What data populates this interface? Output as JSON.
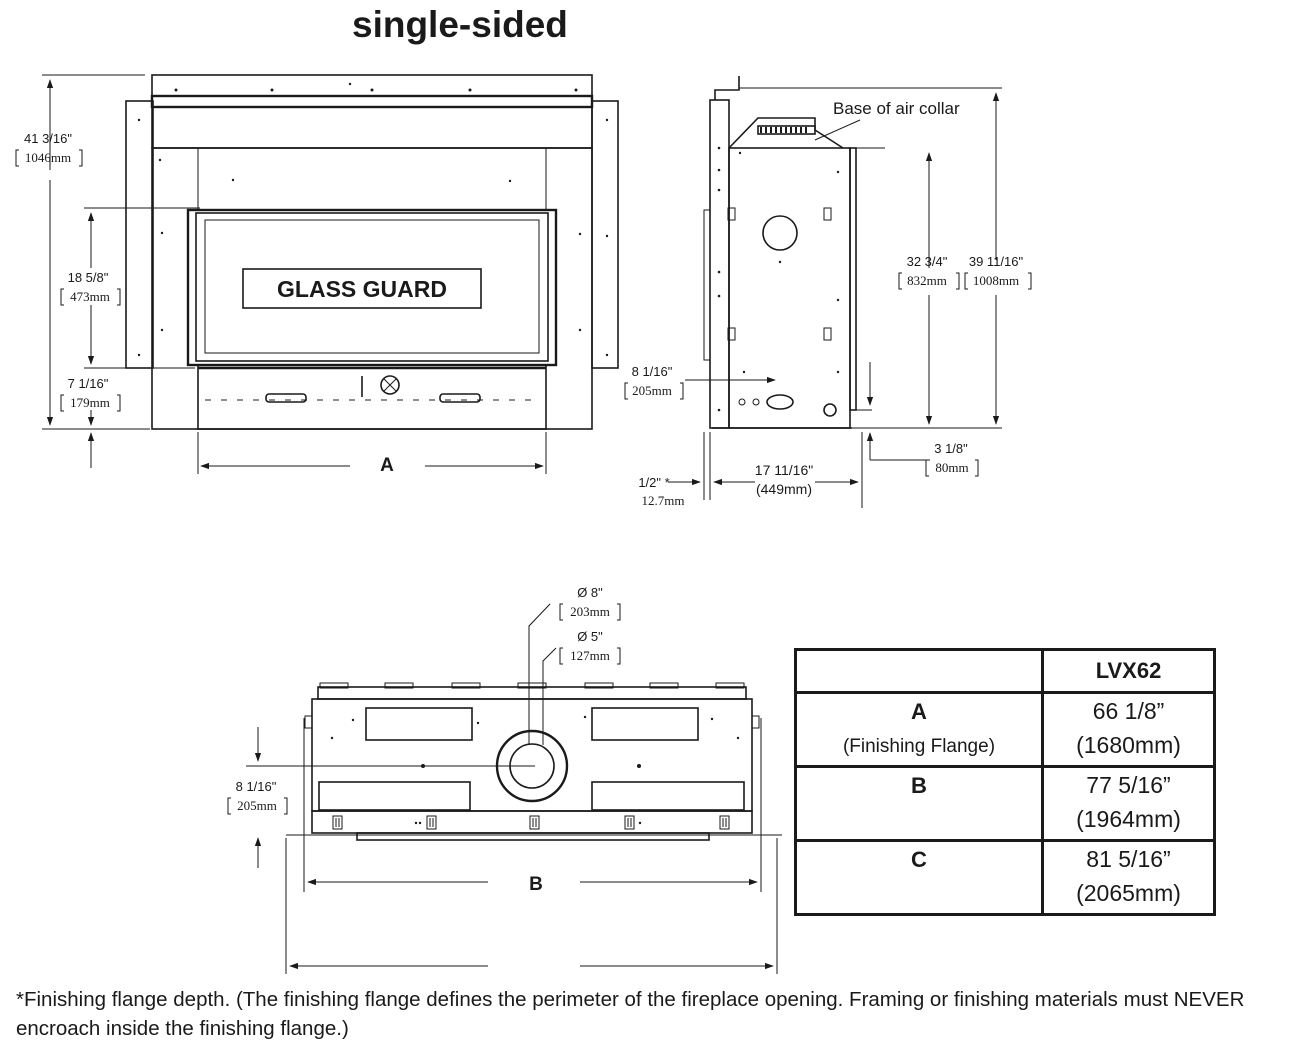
{
  "title": "single-sided",
  "front_view": {
    "overall_height": {
      "imperial": "41 3/16\"",
      "metric": "1046mm"
    },
    "glass_height": {
      "imperial": "18 5/8\"",
      "metric": "473mm"
    },
    "bottom_height": {
      "imperial": "7 1/16\"",
      "metric": "179mm"
    },
    "glass_guard_label": "GLASS GUARD",
    "width_label": "A"
  },
  "side_view": {
    "air_collar_label": "Base of air collar",
    "opening_height": {
      "imperial": "32 3/4\"",
      "metric": "832mm"
    },
    "total_height": {
      "imperial": "39 11/16\"",
      "metric": "1008mm"
    },
    "inlet_height": {
      "imperial": "8 1/16\"",
      "metric": "205mm"
    },
    "base_height": {
      "imperial": "3 1/8\"",
      "metric": "80mm"
    },
    "flange_depth": {
      "imperial": "1/2\" *",
      "metric": "12.7mm"
    },
    "depth": {
      "imperial": "17 11/16\"",
      "metric": "(449mm)"
    }
  },
  "top_view": {
    "outer_collar": {
      "imperial": "Ø 8\"",
      "metric": "203mm"
    },
    "inner_collar": {
      "imperial": "Ø 5\"",
      "metric": "127mm"
    },
    "collar_offset": {
      "imperial": "8 1/16\"",
      "metric": "205mm"
    },
    "width_label": "B"
  },
  "table": {
    "header": {
      "blank": "",
      "model": "LVX62"
    },
    "rows": [
      {
        "letter": "A",
        "sub": "(Finishing Flange)",
        "imperial": "66 1/8”",
        "metric": "(1680mm)"
      },
      {
        "letter": "B",
        "sub": "",
        "imperial": "77 5/16”",
        "metric": "(1964mm)"
      },
      {
        "letter": "C",
        "sub": "",
        "imperial": "81 5/16”",
        "metric": "(2065mm)"
      }
    ]
  },
  "footnote": "*Finishing flange depth. (The finishing flange defines the perimeter of the fireplace opening. Framing or finishing materials must NEVER encroach inside the finishing flange.)"
}
